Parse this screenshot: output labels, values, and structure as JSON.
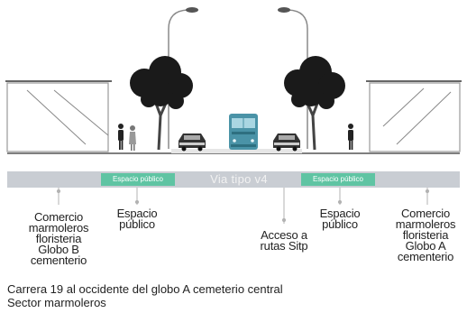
{
  "diagram": {
    "band": {
      "left_label": "Espacio público",
      "center_label": "Via tipo v4",
      "right_label": "Espacio público"
    },
    "callouts": {
      "left_commerce": "Comercio\nmarmoleros\nfloristeria\nGlobo B\ncementerio",
      "left_public": "Espacio\npúblico",
      "center_access": "Acceso a\nrutas Sitp",
      "right_public": "Espacio\npúblico",
      "right_commerce": "Comercio\nmarmoleros\nfloristeria\nGlobo A\ncementerio"
    },
    "caption": {
      "line1": "Carrera 19 al occidente del globo A cemeterio central",
      "line2": "Sector marmoleros"
    },
    "colors": {
      "band_gray": "#c9cdd3",
      "band_green": "#5fc4a3",
      "bus_teal": "#4a93a7",
      "tree_dark": "#1a1a1a",
      "line_gray": "#b3b3b3",
      "text": "#222222"
    }
  }
}
